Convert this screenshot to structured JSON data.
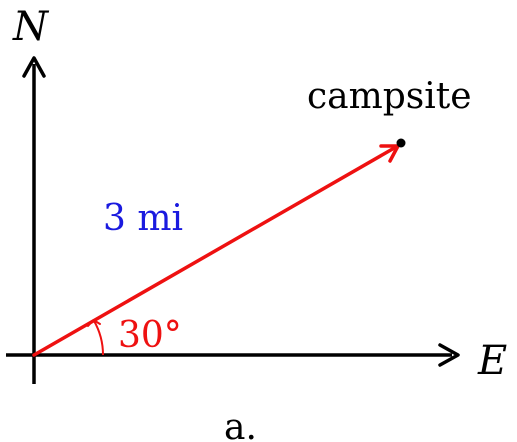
{
  "axes": {
    "north_label": "N",
    "east_label": "E"
  },
  "vector": {
    "magnitude_label": "3 mi",
    "angle_label": "30°",
    "magnitude": 3,
    "unit": "mi",
    "angle_deg": 30
  },
  "point": {
    "label": "campsite"
  },
  "caption": "a.",
  "colors": {
    "axis": "#000000",
    "vector": "#ee1111",
    "magnitude_label": "#1a1adf",
    "angle_label": "#ee1111",
    "point": "#000000"
  }
}
